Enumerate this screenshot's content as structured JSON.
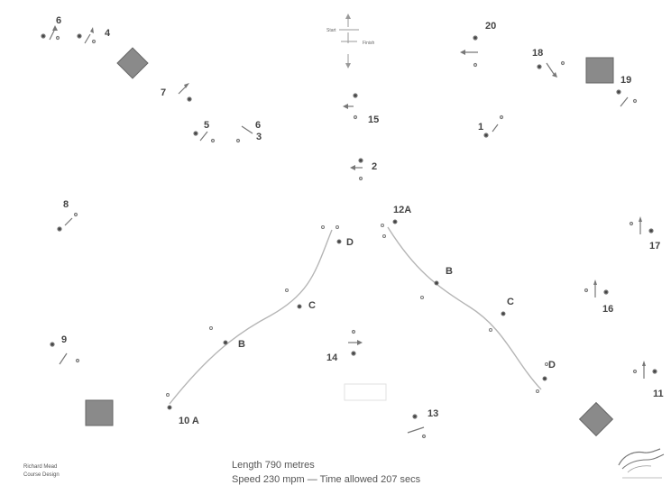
{
  "course": {
    "fences": [
      {
        "id": "f1",
        "label": "1"
      },
      {
        "id": "f2",
        "label": "2"
      },
      {
        "id": "f3",
        "label": "3"
      },
      {
        "id": "f4",
        "label": "4"
      },
      {
        "id": "f5",
        "label": "5"
      },
      {
        "id": "f6",
        "label": "6"
      },
      {
        "id": "f6b",
        "label": "6"
      },
      {
        "id": "f7",
        "label": "7"
      },
      {
        "id": "f8",
        "label": "8"
      },
      {
        "id": "f9",
        "label": "9"
      },
      {
        "id": "f10a",
        "label": "10 A"
      },
      {
        "id": "f10b",
        "label": "B"
      },
      {
        "id": "f10c",
        "label": "C"
      },
      {
        "id": "f10d",
        "label": "D"
      },
      {
        "id": "f11",
        "label": "11"
      },
      {
        "id": "f12a",
        "label": "12A"
      },
      {
        "id": "f12b",
        "label": "B"
      },
      {
        "id": "f12c",
        "label": "C"
      },
      {
        "id": "f12d",
        "label": "D"
      },
      {
        "id": "f13",
        "label": "13"
      },
      {
        "id": "f14",
        "label": "14"
      },
      {
        "id": "f15",
        "label": "15"
      },
      {
        "id": "f16",
        "label": "16"
      },
      {
        "id": "f17",
        "label": "17"
      },
      {
        "id": "f18",
        "label": "18"
      },
      {
        "id": "f19",
        "label": "19"
      },
      {
        "id": "f20",
        "label": "20"
      }
    ],
    "start_label": "Start",
    "finish_label": "Finish"
  },
  "footer": {
    "designer_name": "Richard Mead",
    "designer_role": "Course Design",
    "length": "Length 790 metres",
    "speed_time": "Speed 230 mpm — Time allowed 207 secs"
  },
  "logo_icon": "horse-logo-icon",
  "colors": {
    "obstacle_fill": "#8a8a8a",
    "path_stroke": "#b5b5b5",
    "text": "#444444"
  }
}
